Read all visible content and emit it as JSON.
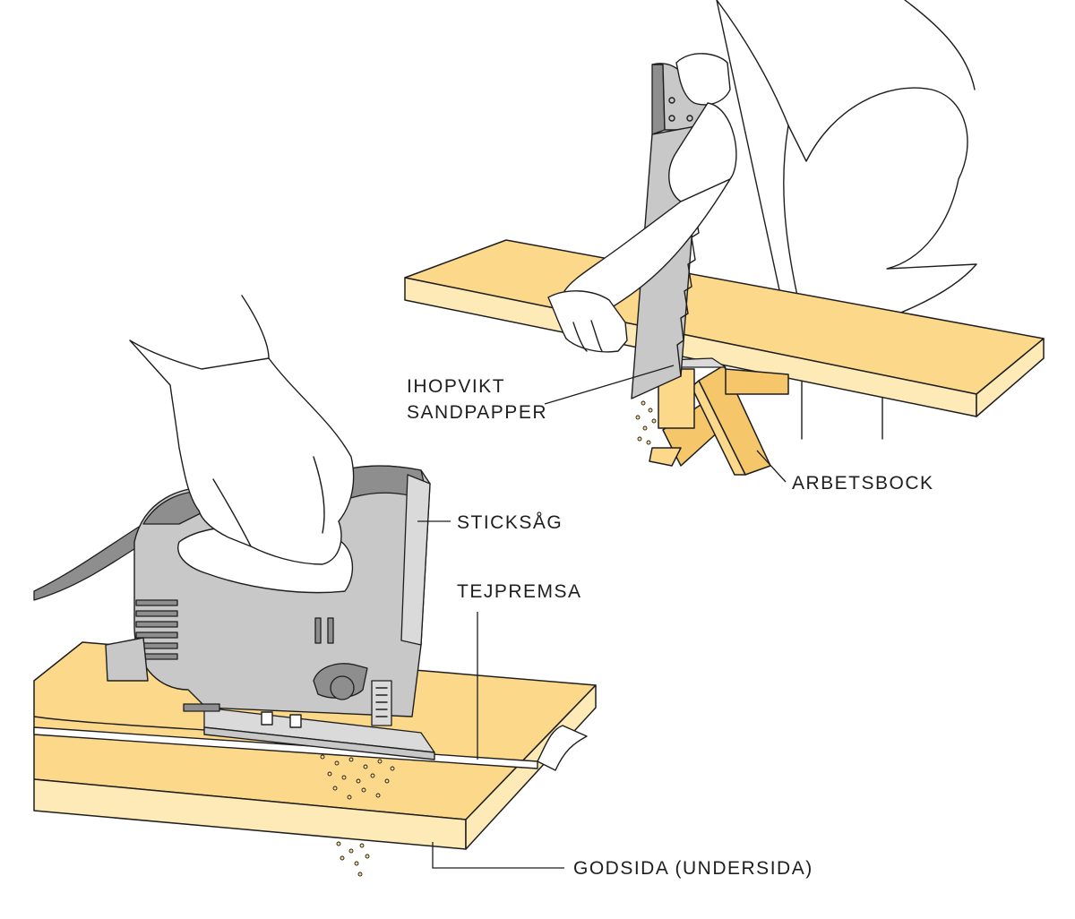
{
  "labels": {
    "folded_sandpaper_line1": "IHOPVIKT",
    "folded_sandpaper_line2": "SANDPAPPER",
    "sawhorse": "ARBETSBOCK",
    "jigsaw": "STICKSÅG",
    "tape_strip": "TEJPREMSA",
    "good_side": "GODSIDA (UNDERSIDA)"
  },
  "colors": {
    "wood": "#fcd98a",
    "wood_edge": "#fdeab6",
    "tool_body": "#c8c8c8",
    "tool_dark": "#8e8e8e",
    "ink": "#1e1e1e"
  }
}
